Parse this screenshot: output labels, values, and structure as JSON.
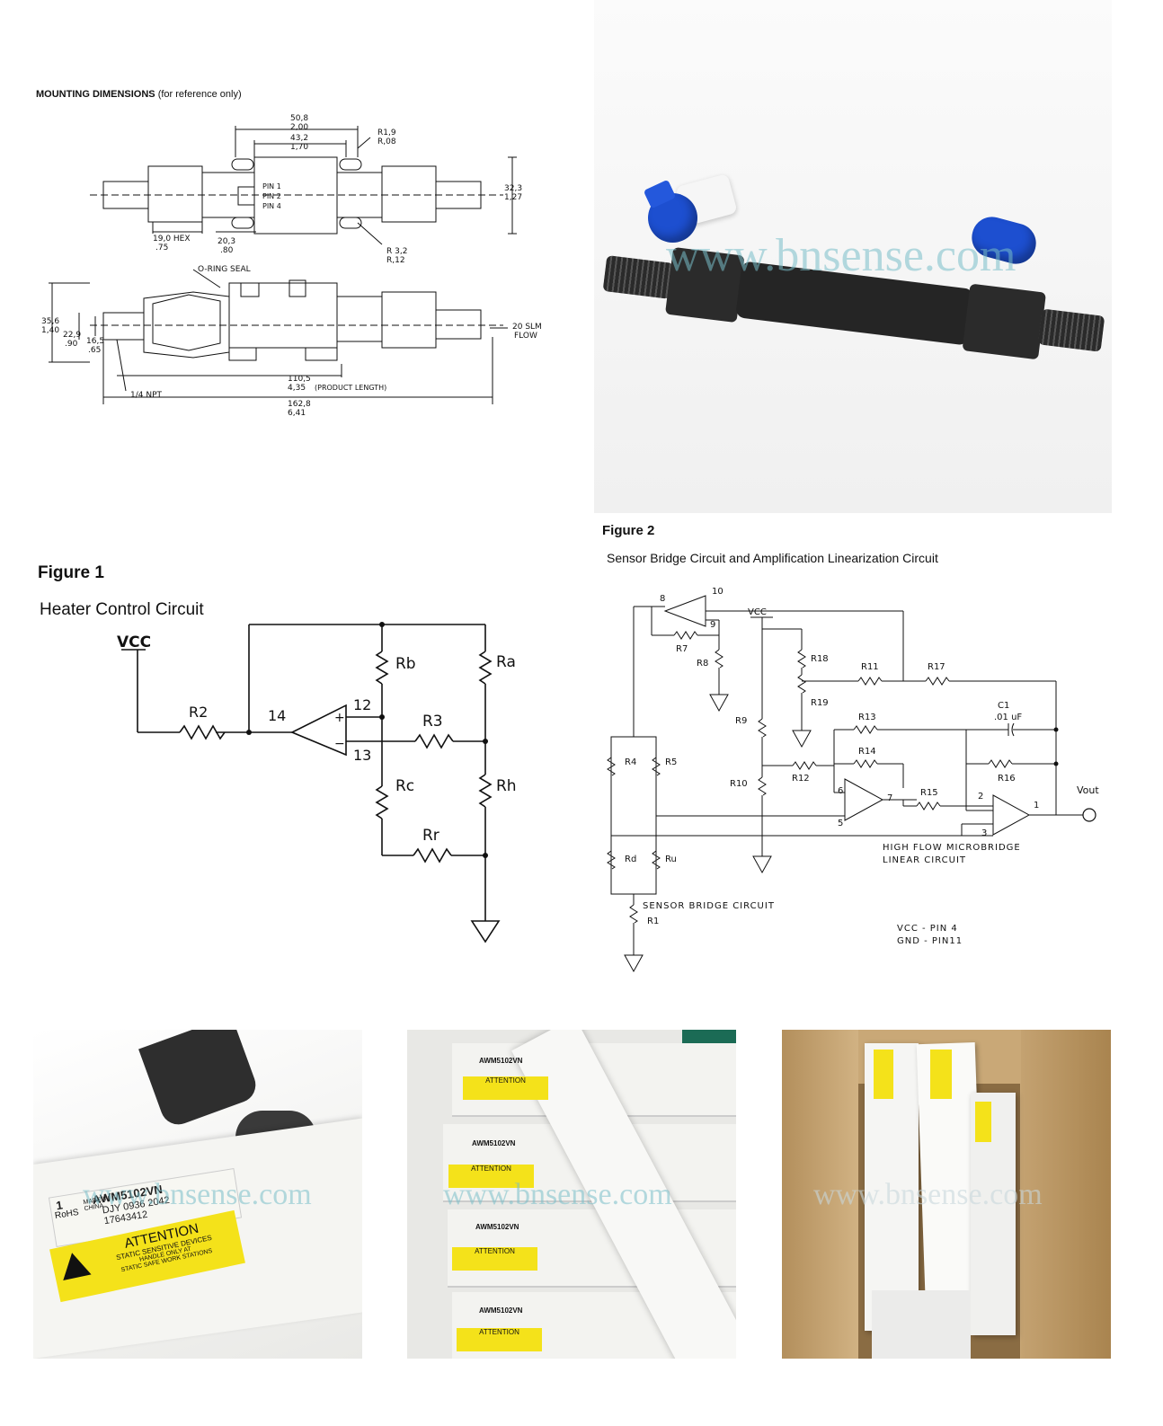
{
  "mounting": {
    "title_bold": "MOUNTING DIMENSIONS",
    "title_rest": "(for reference only)",
    "dims": {
      "d508": "50,8",
      "d200": "2,00",
      "d432": "43,2",
      "d170": "1,70",
      "r19": "R1,9",
      "r08": "R,08",
      "pin1": "PIN 1",
      "pin2": "PIN 2",
      "pin4": "PIN 4",
      "d323": "32,3",
      "d127": "1,27",
      "hex": "19,0 HEX",
      "hex_in": ".75",
      "d203": "20,3",
      "d80": ".80",
      "r32": "R 3,2",
      "r12": "R,12",
      "oring": "O-RING SEAL",
      "d356": "35,6",
      "d140": "1,40",
      "d229": "22,9",
      "d90": ".90",
      "d165": "16,5",
      "d65": ".65",
      "slm": "20 SLM",
      "flow": "FLOW",
      "d1105": "110,5",
      "d435": "4,35",
      "plen": "(PRODUCT LENGTH)",
      "npt": "1/4 NPT",
      "d1628": "162,8",
      "d641": "6,41"
    }
  },
  "fig1": {
    "title": "Figure 1",
    "subtitle": "Heater Control Circuit",
    "labels": {
      "vcc": "VCC",
      "r2": "R2",
      "n14": "14",
      "n12": "12",
      "n13": "13",
      "rb": "Rb",
      "ra": "Ra",
      "r3": "R3",
      "rc": "Rc",
      "rh": "Rh",
      "rr": "Rr",
      "plus": "+",
      "minus": "−"
    }
  },
  "fig2": {
    "title": "Figure 2",
    "subtitle": "Sensor Bridge Circuit and Amplification Linearization Circuit",
    "labels": {
      "n8": "8",
      "n10": "10",
      "n9": "9",
      "vcc": "VCC",
      "r7": "R7",
      "r8": "R8",
      "r18": "R18",
      "r19": "R19",
      "r11": "R11",
      "r17": "R17",
      "c1": "C1",
      "c1v": ".01 uF",
      "r9": "R9",
      "r13": "R13",
      "r14": "R14",
      "r16": "R16",
      "r4": "R4",
      "r5": "R5",
      "r12": "R12",
      "r10": "R10",
      "n6": "6",
      "n7": "7",
      "n5": "5",
      "r15": "R15",
      "n2": "2",
      "n1": "1",
      "n3": "3",
      "vout": "Vout",
      "rd": "Rd",
      "ru": "Ru",
      "hf1": "HIGH FLOW MICROBRIDGE",
      "hf2": "LINEAR CIRCUIT",
      "sb": "SENSOR BRIDGE CIRCUIT",
      "r1": "R1",
      "pin4": "VCC - PIN 4",
      "pin11": "GND - PIN11"
    }
  },
  "watermark": "www.bnsense.com",
  "labels": {
    "qty": "1",
    "made": "MADE IN CHINA",
    "model": "AWM5102VN",
    "code": "DJY 0936   2042",
    "num": "17643412",
    "rohs": "RoHS",
    "attention": "ATTENTION",
    "static": "STATIC SENSITIVE DEVICES",
    "handle": "HANDLE ONLY AT",
    "stations": "STATIC SAFE WORK STATIONS"
  },
  "colors": {
    "box_white": "#f2f2f0",
    "cardboard": "#c9a877",
    "cap_blue": "#1d4fd0",
    "label_yellow": "#f4e21a"
  }
}
